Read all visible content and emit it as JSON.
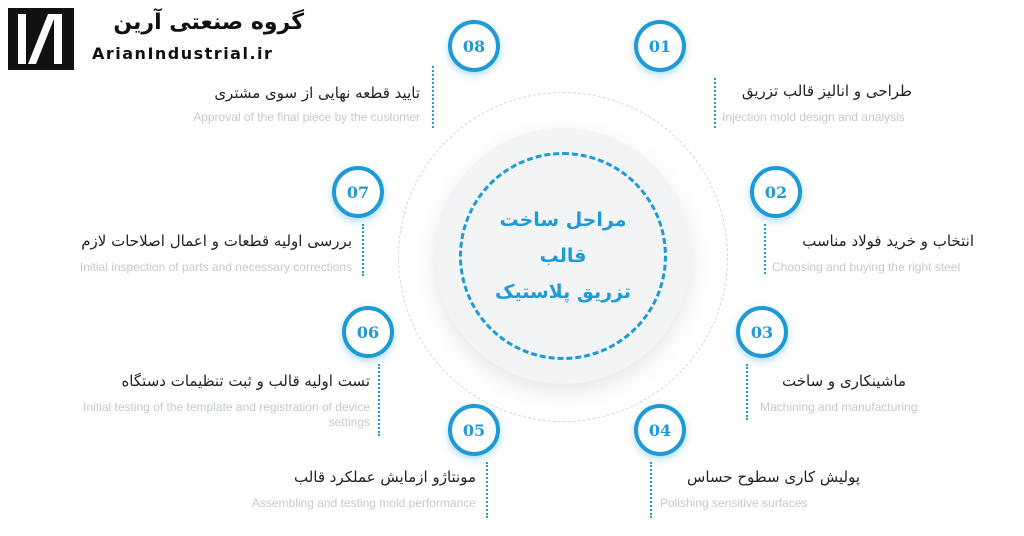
{
  "brand": {
    "name_fa": "گروه صنعتی آرین",
    "site": "ArianIndustrial.ir"
  },
  "center_title": {
    "line1": "مراحل ساخت",
    "line2": "قالب",
    "line3": "تزریق پلاستیک"
  },
  "accent_color": "#1e9ad7",
  "steps": [
    {
      "num": "01",
      "fa": "طراحی و انالیز قالب تزریق",
      "en": "Injection mold design and analysis"
    },
    {
      "num": "02",
      "fa": "انتخاب و خرید فولاد مناسب",
      "en": "Choosing and buying the right steel"
    },
    {
      "num": "03",
      "fa": "ماشینکاری و ساخت",
      "en": "Machining and manufacturing"
    },
    {
      "num": "04",
      "fa": "پولیش کاری سطوح حساس",
      "en": "Polishing sensitive surfaces"
    },
    {
      "num": "05",
      "fa": "مونتاژو ازمایش عملکرد قالب",
      "en": "Assembling and testing mold performance"
    },
    {
      "num": "06",
      "fa": "تست اولیه قالب و ثبت تنظیمات دستگاه",
      "en": "Initial testing of the template and registration of device settings"
    },
    {
      "num": "07",
      "fa": "بررسی اولیه قطعات و اعمال اصلاحات لازم",
      "en": "Initial inspection of parts and necessary corrections"
    },
    {
      "num": "08",
      "fa": "تایید قطعه نهایی از سوی مشتری",
      "en": "Approval of the final piece by the customer"
    }
  ]
}
